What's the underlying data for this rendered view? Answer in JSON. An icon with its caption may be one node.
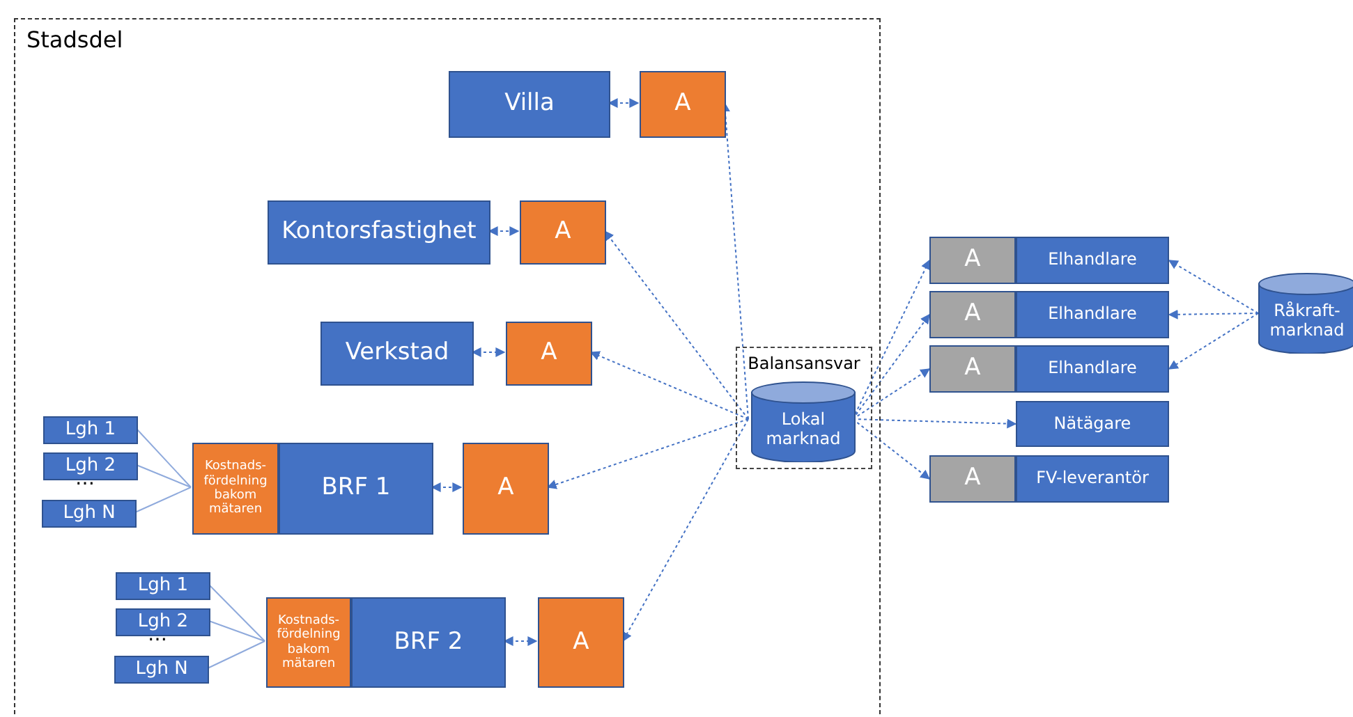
{
  "diagram": {
    "nodes": [
      {
        "text": [
          "Stadsdel"
        ]
      },
      {
        "text": [
          "Villa"
        ],
        "in": 0
      },
      {
        "text": [
          "A"
        ],
        "in": 0
      },
      {
        "text": [
          "Kontorsfastighet"
        ],
        "in": 0
      },
      {
        "text": [
          "A"
        ],
        "in": 0
      },
      {
        "text": [
          "Verkstad"
        ],
        "in": 0
      },
      {
        "text": [
          "A"
        ],
        "in": 0
      },
      {
        "text": [
          "Lgh 1"
        ],
        "in": 0
      },
      {
        "text": [
          "Lgh 2"
        ],
        "in": 0
      },
      {
        "text": [
          "Lgh N"
        ],
        "in": 0
      },
      {
        "text": [
          "Kostnads-fördelning bakom mätaren"
        ],
        "in": 0
      },
      {
        "text": [
          "BRF 1"
        ],
        "in": 0
      },
      {
        "text": [
          "A"
        ],
        "in": 0
      },
      {
        "text": [
          "Lgh 1"
        ],
        "in": 0
      },
      {
        "text": [
          "Lgh 2"
        ],
        "in": 0
      },
      {
        "text": [
          "Lgh N"
        ],
        "in": 0
      },
      {
        "text": [
          "Kostnads-fördelning bakom mätaren"
        ],
        "in": 0
      },
      {
        "text": [
          "BRF 2"
        ],
        "in": 0
      },
      {
        "text": [
          "A"
        ],
        "in": 0
      },
      {
        "text": [
          "Balansansvar"
        ],
        "in": 0
      },
      {
        "text": [
          "Lokal marknad"
        ],
        "in": 19
      },
      {
        "text": [
          "A"
        ]
      },
      {
        "text": [
          "Elhandlare"
        ]
      },
      {
        "text": [
          "A"
        ]
      },
      {
        "text": [
          "Elhandlare"
        ]
      },
      {
        "text": [
          "A"
        ]
      },
      {
        "text": [
          "Elhandlare"
        ]
      },
      {
        "text": [
          "Nätägare"
        ]
      },
      {
        "text": [
          "A"
        ]
      },
      {
        "text": [
          "FV-leverantör"
        ]
      },
      {
        "text": [
          "Råkraft-marknad"
        ]
      }
    ],
    "edges": [
      {
        "from": 1,
        "to": 2,
        "arrow": "both",
        "style": "dashed"
      },
      {
        "from": 3,
        "to": 4,
        "arrow": "both",
        "style": "dashed"
      },
      {
        "from": 5,
        "to": 6,
        "arrow": "both",
        "style": "dashed"
      },
      {
        "from": 11,
        "to": 12,
        "arrow": "both",
        "style": "dashed"
      },
      {
        "from": 17,
        "to": 18,
        "arrow": "both",
        "style": "dashed"
      },
      {
        "from": 20,
        "to": 2,
        "arrow": "to",
        "style": "dashed"
      },
      {
        "from": 20,
        "to": 4,
        "arrow": "to",
        "style": "dashed"
      },
      {
        "from": 20,
        "to": 6,
        "arrow": "to",
        "style": "dashed"
      },
      {
        "from": 20,
        "to": 12,
        "arrow": "to",
        "style": "dashed"
      },
      {
        "from": 20,
        "to": 18,
        "arrow": "to",
        "style": "dashed"
      },
      {
        "from": 20,
        "to": 21,
        "arrow": "to",
        "style": "dashed"
      },
      {
        "from": 20,
        "to": 23,
        "arrow": "to",
        "style": "dashed"
      },
      {
        "from": 20,
        "to": 25,
        "arrow": "to",
        "style": "dashed"
      },
      {
        "from": 20,
        "to": 27,
        "arrow": "to",
        "style": "dashed"
      },
      {
        "from": 20,
        "to": 28,
        "arrow": "to",
        "style": "dashed"
      },
      {
        "from": 30,
        "to": 22,
        "arrow": "to",
        "style": "dashed"
      },
      {
        "from": 30,
        "to": 24,
        "arrow": "to",
        "style": "dashed"
      },
      {
        "from": 30,
        "to": 26,
        "arrow": "to",
        "style": "dashed"
      },
      {
        "from": 7,
        "to": 10,
        "arrow": "none"
      },
      {
        "from": 8,
        "to": 10,
        "arrow": "none"
      },
      {
        "from": 9,
        "to": 10,
        "arrow": "none"
      },
      {
        "from": 13,
        "to": 16,
        "arrow": "none"
      },
      {
        "from": 14,
        "to": 16,
        "arrow": "none"
      },
      {
        "from": 15,
        "to": 16,
        "arrow": "none"
      }
    ],
    "labels": [
      "…",
      "…"
    ]
  }
}
